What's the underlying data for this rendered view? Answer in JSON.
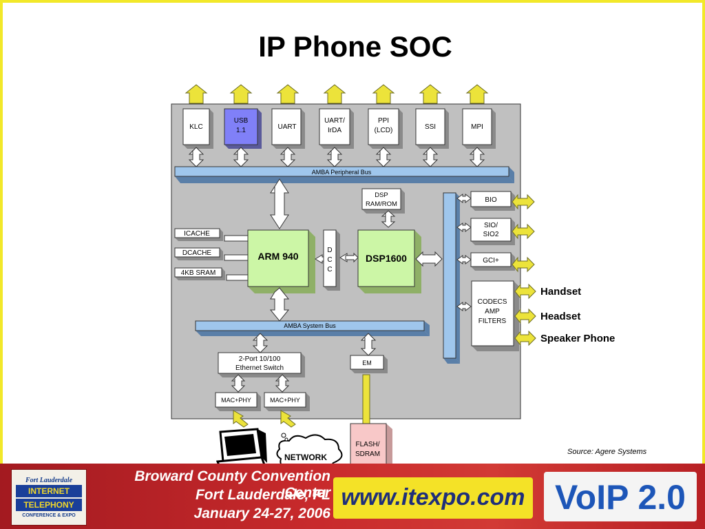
{
  "slide": {
    "title": "IP Phone SOC",
    "source": "Source: Agere Systems"
  },
  "diagram": {
    "peripherals": {
      "klc": "KLC",
      "usb_line1": "USB",
      "usb_line2": "1.1",
      "uart": "UART",
      "uart_irda_line1": "UART/",
      "uart_irda_line2": "IrDA",
      "ppi_line1": "PPI",
      "ppi_line2": "(LCD)",
      "ssi": "SSI",
      "mpi": "MPI"
    },
    "peripheral_bus": "AMBA Peripheral Bus",
    "system_bus": "AMBA System Bus",
    "dsp_ram_line1": "DSP",
    "dsp_ram_line2": "RAM/ROM",
    "icache": "ICACHE",
    "dcache": "DCACHE",
    "sram": "4KB SRAM",
    "arm": "ARM 940",
    "dcc": [
      "D",
      "C",
      "C"
    ],
    "dsp": "DSP1600",
    "bio": "BIO",
    "sio_line1": "SIO/",
    "sio_line2": "SIO2",
    "gci": "GCI+",
    "codecs_line1": "CODECS",
    "codecs_line2": "AMP",
    "codecs_line3": "FILTERS",
    "audio_outputs": [
      "Handset",
      "Headset",
      "Speaker Phone"
    ],
    "switch_line1": "2-Port 10/100",
    "switch_line2": "Ethernet Switch",
    "mac_phy_1": "MAC+PHY",
    "mac_phy_2": "MAC+PHY",
    "em": "EM",
    "flash_line1": "FLASH/",
    "flash_line2": "SDRAM",
    "network": "NETWORK"
  },
  "banner": {
    "logo_top": "Fort Lauderdale",
    "logo_line1": "INTERNET",
    "logo_line2": "TELEPHONY",
    "logo_bottom": "CONFERENCE & EXPO",
    "venue": "Broward County Convention Center",
    "city": "Fort Lauderdale, FL",
    "dates": "January 24-27, 2006",
    "website": "www.itexpo.com",
    "voip": "VoIP 2.0"
  },
  "colors": {
    "frame_border": "#f2e829",
    "chip_background": "#c0c0c0",
    "bus_blue": "#9fc6ec",
    "arm_green": "#ccf6a6",
    "usb_blue": "#8080f8",
    "flash_pink": "#f8c8c8",
    "arrow_yellow": "#ece33a",
    "banner_red": "#c82a2c"
  },
  "icons": [
    "computer-icon",
    "network-cloud-icon",
    "double-arrow-icon"
  ]
}
